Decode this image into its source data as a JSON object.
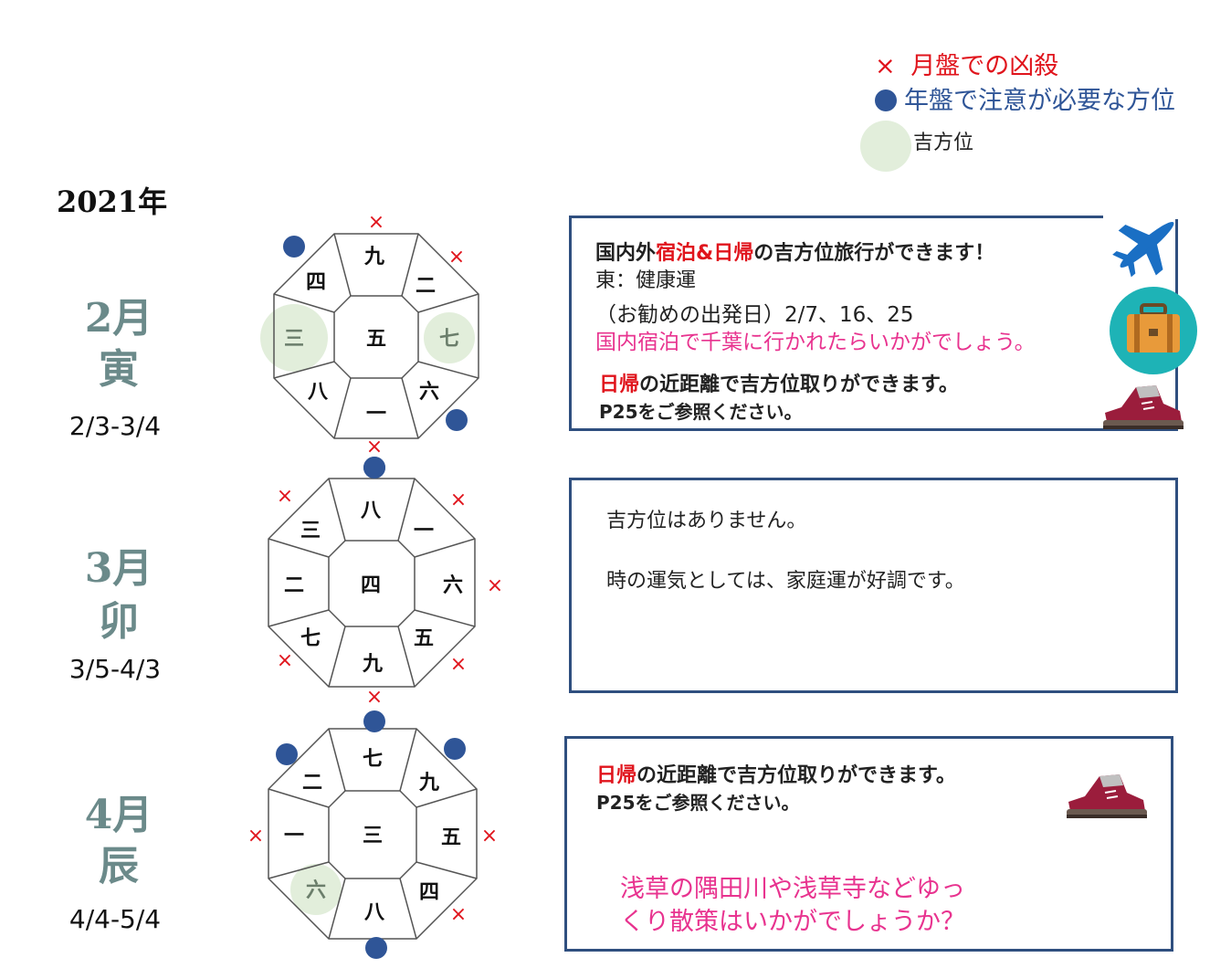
{
  "legend": {
    "inauspicious_mark": "×",
    "inauspicious_text": "月盤での凶殺",
    "caution_text": "年盤で注意が必要な方位",
    "lucky_text": "吉方位"
  },
  "year": "2021年",
  "months": [
    {
      "name": "2月",
      "zodiac": "寅",
      "range": "2/3-3/4",
      "board": {
        "center": "五",
        "n": "九",
        "ne": "二",
        "e": "七",
        "se": "六",
        "s": "一",
        "sw": "八",
        "w": "三",
        "nw": "四"
      },
      "info": {
        "line1_prefix": "国内外",
        "line1_highlight": "宿泊&日帰",
        "line1_suffix": "の吉方位旅行ができます！",
        "line2": "東：健康運",
        "line3": "（お勧めの出発日）2/7、16、25",
        "line4": "国内宿泊で千葉に行かれたらいかがでしょう。",
        "line5_highlight": "日帰",
        "line5_suffix": "の近距離で吉方位取りができます。",
        "line6": "P25をご参照ください。"
      }
    },
    {
      "name": "3月",
      "zodiac": "卯",
      "range": "3/5-4/3",
      "board": {
        "center": "四",
        "n": "八",
        "ne": "一",
        "e": "六",
        "se": "五",
        "s": "九",
        "sw": "七",
        "w": "二",
        "nw": "三"
      },
      "info": {
        "line1": "吉方位はありません。",
        "line2": "時の運気としては、家庭運が好調です。"
      }
    },
    {
      "name": "4月",
      "zodiac": "辰",
      "range": "4/4-5/4",
      "board": {
        "center": "三",
        "n": "七",
        "ne": "九",
        "e": "五",
        "se": "四",
        "s": "八",
        "sw": "六",
        "w": "一",
        "nw": "二"
      },
      "info": {
        "line1_highlight": "日帰",
        "line1_suffix": "の近距離で吉方位取りができます。",
        "line2": "P25をご参照ください。",
        "line3": "浅草の隅田川や浅草寺などゆっ",
        "line4": "くり散策はいかがでしょうか？"
      }
    }
  ],
  "colors": {
    "inauspicious": "#e0141c",
    "caution": "#2f5597",
    "lucky": "#e2eedb",
    "month_label": "#6b8a8a",
    "box_border": "#2f4f7f",
    "pink_text": "#e8338f"
  },
  "icons": [
    "airplane-icon",
    "suitcase-icon",
    "hiking-boot-icon"
  ]
}
